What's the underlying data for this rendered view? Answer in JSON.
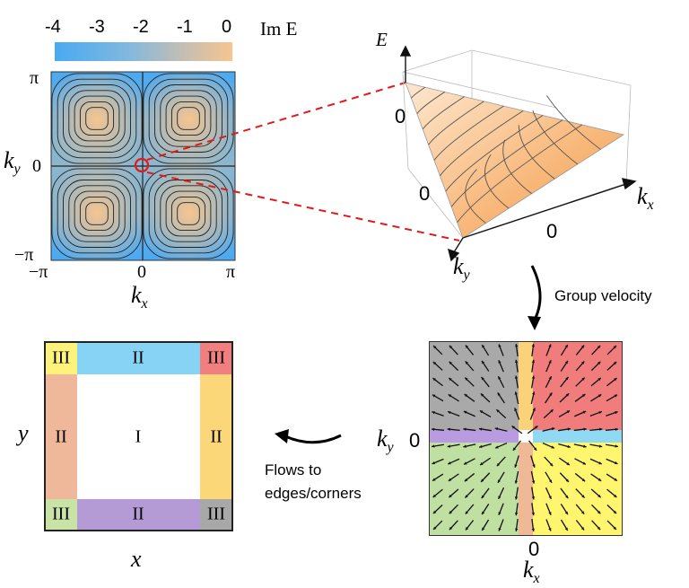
{
  "colorbar": {
    "ticks": [
      "-4",
      "-3",
      "-2",
      "-1",
      "0"
    ],
    "label": "Im E",
    "color_low": "#4aa9f2",
    "color_high": "#f7c58f"
  },
  "contour_plot": {
    "xticks": [
      "−π",
      "0",
      "π"
    ],
    "yticks": [
      "π",
      "0",
      "−π"
    ],
    "xlabel": "k",
    "xlabel_sub": "x",
    "ylabel": "k",
    "ylabel_sub": "y",
    "marker_color": "#e01a1a"
  },
  "surface_plot": {
    "zlabel": "E",
    "ztick": "0",
    "ytick": "0",
    "xtick": "0",
    "xlabel": "k",
    "xlabel_sub": "x",
    "ylabel": "k",
    "ylabel_sub": "y"
  },
  "arrows": {
    "group_velocity_label": "Group velocity",
    "flows_label_line1": "Flows to",
    "flows_label_line2": "edges/corners"
  },
  "vector_field": {
    "ytick": "0",
    "xtick": "0",
    "xlabel": "k",
    "xlabel_sub": "x",
    "ylabel": "k",
    "ylabel_sub": "y",
    "region_colors": {
      "top_left": "#a9a9a9",
      "top_right": "#f07c7c",
      "bottom_left": "#bfe0a0",
      "bottom_right": "#fff56e",
      "center_vertical": "#f9d27a",
      "center_vertical_lower": "#efb896",
      "left_strip": "#b89be0",
      "right_strip": "#8fd9f5"
    }
  },
  "real_space": {
    "xlabel": "x",
    "ylabel": "y",
    "regions": {
      "center": "I",
      "top": "II",
      "bottom": "II",
      "left": "II",
      "right": "II",
      "corner_tl": "III",
      "corner_tr": "III",
      "corner_bl": "III",
      "corner_br": "III"
    },
    "colors": {
      "top": "#87d3f5",
      "bottom": "#b49bd6",
      "left": "#efb89a",
      "right": "#fbd77a",
      "corner_tl": "#fdf27a",
      "corner_tr": "#f27f7f",
      "corner_bl": "#c9e3a6",
      "corner_br": "#a8a8a8"
    }
  }
}
